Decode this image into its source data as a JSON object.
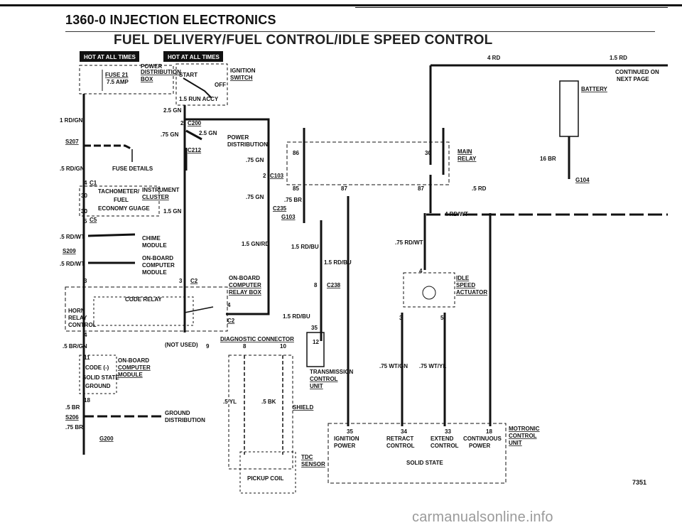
{
  "header": {
    "section_title": "1360-0   INJECTION ELECTRONICS",
    "diagram_title": "FUEL DELIVERY/FUEL CONTROL/IDLE SPEED CONTROL"
  },
  "badges": {
    "hot_left": "HOT AT ALL TIMES",
    "hot_right": "HOT AT ALL TIMES"
  },
  "left": {
    "power_dist": "POWER",
    "fuse": "FUSE 21",
    "fuse_amp": "7.5 AMP",
    "dist_box": "DISTRIBUTION",
    "box": "BOX",
    "start": "START",
    "ign": "IGNITION",
    "switch": "SWITCH",
    "off": "OFF",
    "run": "1.5   RUN   ACCY",
    "w25gn": "2.5 GN",
    "c200": "C200",
    "w75gn": ".75 GN",
    "w25gn2": "2.5 GN",
    "power": "POWER",
    "distribution": "DISTRIBUTION",
    "c212": "C212",
    "rd_gn": "1 RD/GN",
    "s207": "S207",
    "rd_gn5": ".5 RD/GN",
    "fuse_details": "FUSE DETAILS",
    "c1": "C1",
    "tacho": "TACHOMETER/",
    "fuel": "FUEL",
    "econ": "ECONOMY GUAGE",
    "instrument": "INSTRUMENT",
    "cluster": "CLUSTER",
    "w15gn": "1.5 GN",
    "c5": "C5",
    "rdwt": ".5 RD/WT",
    "chime": "CHIME",
    "module": "MODULE",
    "s209": "S209",
    "onboard": "ON-BOARD",
    "computer": "COMPUTER",
    "module2": "MODULE",
    "rdwt2": ".5 RD/WT",
    "code_relay": "CODE RELAY",
    "horn": "HORN",
    "relay": "RELAY",
    "control": "CONTROL",
    "c2": "C2",
    "obc_relay1": "ON-BOARD",
    "obc_relay2": "COMPUTER",
    "obc_relay3": "RELAY BOX",
    "c2b": "C2",
    "not_used": "(NOT USED)",
    "diag": "DIAGNOSTIC CONNECTOR",
    "brgn": ".5 BR/GN",
    "code": "CODE (-)",
    "solid": "SOLID STATE",
    "ground": "GROUND",
    "obc_mod1": "ON-BOARD",
    "obc_mod2": "COMPUTER",
    "obc_mod3": "MODULE",
    "br5": ".5 BR",
    "s206": "S206",
    "br75": ".75 BR",
    "gnd_dist1": "GROUND",
    "gnd_dist2": "DISTRIBUTION",
    "g200": "G200"
  },
  "center": {
    "w75gn": ".75 GN",
    "c103": "C103",
    "w75gn2": ".75 GN",
    "br75": ".75 BR",
    "c235": "C235",
    "g103": "G103",
    "w15gnrd": "1.5 GN/RD",
    "w15rdbu": "1.5 RD/BU",
    "w15rdbu2": "1.5 RD/BU",
    "c238": "C238",
    "w15rdbu3": "1.5 RD/BU",
    "trans1": "TRANSMISSION",
    "trans2": "CONTROL",
    "trans3": "UNIT",
    "yl5": ".5 YL",
    "bk5": ".5 BK",
    "shield": "SHIELD",
    "tdc1": "TDC",
    "tdc2": "SENSOR",
    "pickup": "PICKUP COIL"
  },
  "right": {
    "rd4": "4 RD",
    "rd15": "1.5 RD",
    "cont1": "CONTINUED ON",
    "cont2": "NEXT PAGE",
    "battery": "BATTERY",
    "br16": "16 BR",
    "g104": "G104",
    "main": "MAIN",
    "relay": "RELAY",
    "rd5": ".5 RD",
    "rdwt4": "4 RD/WT",
    "rdwt75": ".75 RD/WT",
    "idle": "IDLE",
    "speed": "SPEED",
    "actuator": "ACTUATOR",
    "wtgn": ".75 WT/GN",
    "wtyl": ".75 WT/YL",
    "motronic1": "MOTRONIC",
    "motronic2": "CONTROL",
    "motronic3": "UNIT",
    "pin35": "35",
    "pin34": "34",
    "pin33": "33",
    "pin18": "18",
    "ign_pow1": "IGNITION",
    "ign_pow2": "POWER",
    "ret1": "RETRACT",
    "ret2": "CONTROL",
    "ext1": "EXTEND",
    "ext2": "CONTROL",
    "con1": "CONTINUOUS",
    "con2": "POWER",
    "solid": "SOLID STATE"
  },
  "pins": {
    "p2": "2",
    "p4": "4",
    "p30": "30",
    "p5": "5",
    "p3": "3",
    "p3b": "3",
    "p4b": "4",
    "p11": "11",
    "p18": "18",
    "p9": "9",
    "p8": "8",
    "p10": "10",
    "p86": "86",
    "p85": "85",
    "p87": "87",
    "p87b": "87",
    "p30b": "30",
    "p2b": "2",
    "p8b": "8",
    "p35": "35",
    "p12": "12",
    "p4c": "4",
    "p4d": "4",
    "p3c": "3",
    "p5b": "5",
    "p30c": "30",
    "p30d": "30"
  },
  "footer": {
    "page_num": "7351",
    "watermark": "carmanualsonline.info"
  }
}
